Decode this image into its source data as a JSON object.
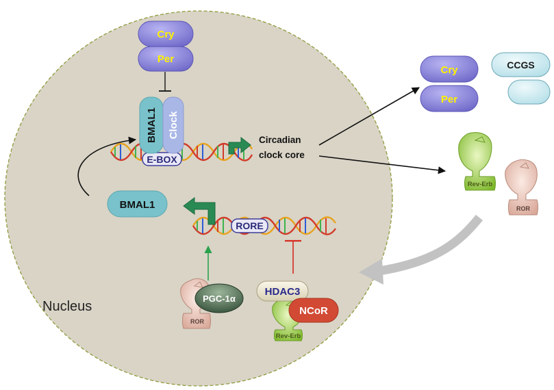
{
  "nucleus": {
    "label": "Nucleus"
  },
  "complex_top": {
    "cry": "Cry",
    "per": "Per",
    "bmal1": "BMAL1",
    "clock": "Clock"
  },
  "dna_top": {
    "ebox": "E-BOX"
  },
  "output": {
    "line1": "Circadian",
    "line2": "clock core"
  },
  "cytoplasm": {
    "cry": "Cry",
    "per": "Per",
    "ccgs": "CCGS",
    "rev_erb": "Rev-Erb",
    "ror": "ROR"
  },
  "bmal1_product": {
    "label": "BMAL1"
  },
  "dna_bottom": {
    "rore": "RORE"
  },
  "activator": {
    "pgc": "PGC-1α",
    "ror": "ROR"
  },
  "repressor": {
    "hdac3": "HDAC3",
    "ncor": "NCoR",
    "rev_erb": "Rev-Erb"
  },
  "colors": {
    "nucleus_fill": "#d9d4c6",
    "protein_purple": "#8b86dd",
    "bmal1_teal": "#79c2cb",
    "clock_lavender": "#a9b7e6",
    "ccgs_cyan": "#cde9ef",
    "arrow_green": "#2a8a54",
    "inhibit_red": "#d62a1e",
    "ncor_red": "#d24a34",
    "rev_erb_green": "#8fc73e",
    "ror_pink": "#e8c4b8"
  }
}
